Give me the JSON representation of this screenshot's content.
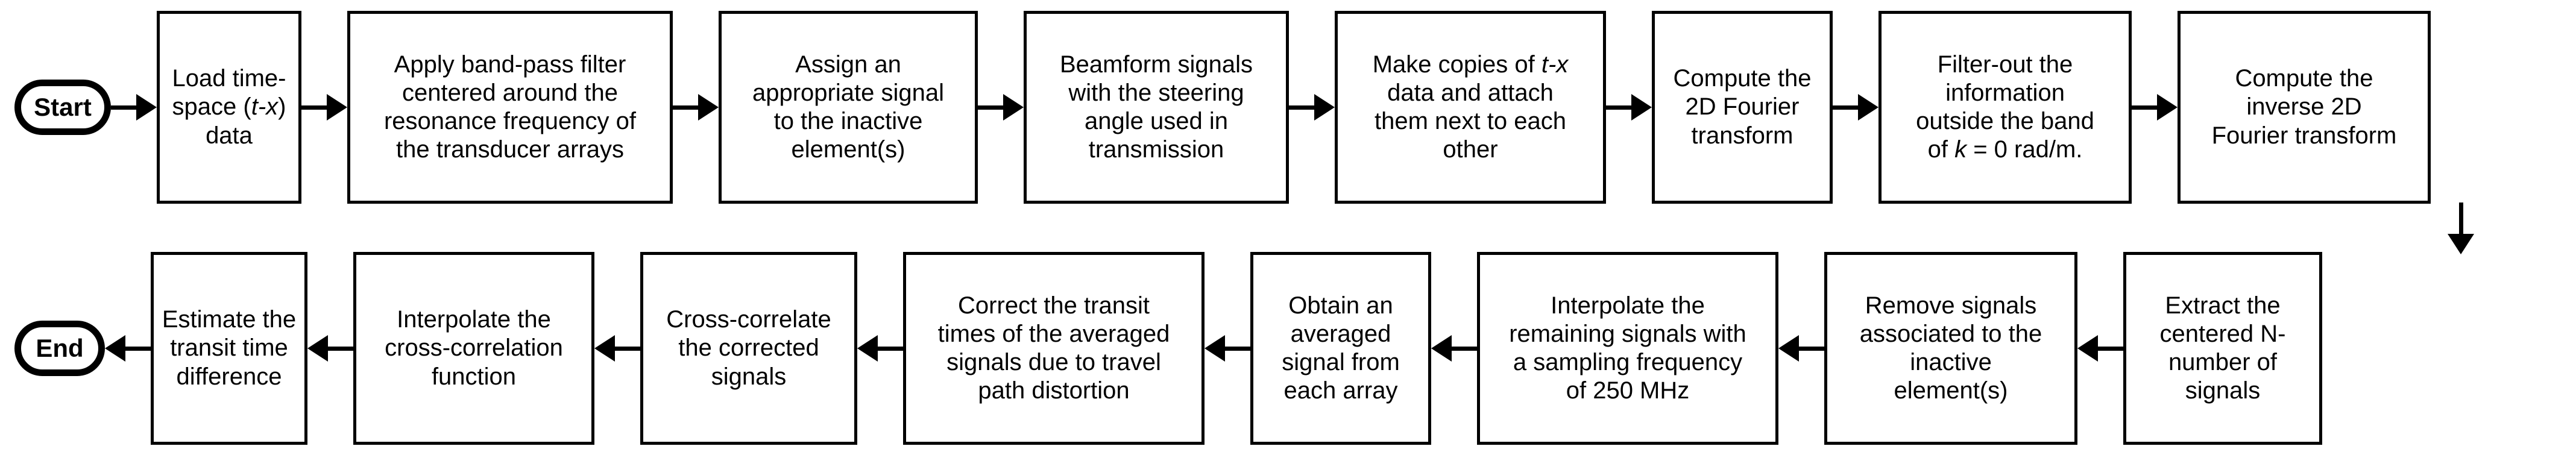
{
  "diagram": {
    "title": "Signal processing workflow flowchart",
    "type": "flowchart",
    "orientation": "serpentine two-row",
    "colors": {
      "stroke": "#000000",
      "fill": "#ffffff",
      "text": "#000000"
    }
  },
  "terminals": {
    "start": "Start",
    "end": "End"
  },
  "top_row": [
    {
      "id": "load-data",
      "text": "Load time-space (t-x) data",
      "lines": [
        "Load time-",
        "space (t-x)",
        "data"
      ]
    },
    {
      "id": "band-pass-filter",
      "text": "Apply band-pass filter centered around the resonance frequency of the transducer arrays",
      "lines": [
        "Apply band-pass filter",
        "centered around the",
        "resonance frequency of",
        "the transducer arrays"
      ]
    },
    {
      "id": "assign-signal",
      "text": "Assign an appropriate signal to the inactive element(s)",
      "lines": [
        "Assign an",
        "appropriate signal",
        "to the inactive",
        "element(s)"
      ]
    },
    {
      "id": "beamform",
      "text": "Beamform signals with the steering angle used in transmission",
      "lines": [
        "Beamform signals",
        "with the steering",
        "angle used in",
        "transmission"
      ]
    },
    {
      "id": "make-copies",
      "text": "Make copies of t-x data and attach them next to each other",
      "lines": [
        "Make copies of t-x",
        "data and attach",
        "them next to each",
        "other"
      ]
    },
    {
      "id": "fourier-2d",
      "text": "Compute the 2D Fourier transform",
      "lines": [
        "Compute the",
        "2D Fourier",
        "transform"
      ]
    },
    {
      "id": "filter-out-band",
      "text": "Filter-out the information outside the band of k = 0 rad/m.",
      "lines": [
        "Filter-out the",
        "information",
        "outside the band",
        "of k = 0 rad/m."
      ]
    },
    {
      "id": "inverse-fourier",
      "text": "Compute the inverse 2D Fourier transform",
      "lines": [
        "Compute the",
        "inverse 2D",
        "Fourier transform"
      ]
    }
  ],
  "bottom_row": [
    {
      "id": "estimate-transit-diff",
      "text": "Estimate the transit time difference",
      "lines": [
        "Estimate the",
        "transit time",
        "difference"
      ]
    },
    {
      "id": "interpolate-xcorr",
      "text": "Interpolate the cross-correlation function",
      "lines": [
        "Interpolate the",
        "cross-correlation",
        "function"
      ]
    },
    {
      "id": "cross-correlate",
      "text": "Cross-correlate the corrected signals",
      "lines": [
        "Cross-correlate",
        "the corrected",
        "signals"
      ]
    },
    {
      "id": "correct-transit-times",
      "text": "Correct the transit times of the averaged signals due to travel path distortion",
      "lines": [
        "Correct the transit",
        "times of the averaged",
        "signals due to travel",
        "path distortion"
      ]
    },
    {
      "id": "average-signal",
      "text": "Obtain an averaged signal from each array",
      "lines": [
        "Obtain an",
        "averaged",
        "signal from",
        "each array"
      ]
    },
    {
      "id": "interpolate-250mhz",
      "text": "Interpolate the remaining signals with a sampling frequency of 250 MHz",
      "lines": [
        "Interpolate the",
        "remaining signals with",
        "a sampling frequency",
        "of 250 MHz"
      ]
    },
    {
      "id": "remove-inactive",
      "text": "Remove signals associated to the inactive element(s)",
      "lines": [
        "Remove signals",
        "associated to the",
        "inactive",
        "element(s)"
      ]
    },
    {
      "id": "extract-centered",
      "text": "Extract the centered N-number of signals",
      "lines": [
        "Extract the",
        "centered N-",
        "number of",
        "signals"
      ]
    }
  ],
  "icons": {
    "arrow_right": "arrow-right-icon",
    "arrow_left": "arrow-left-icon",
    "arrow_down": "arrow-down-icon"
  }
}
